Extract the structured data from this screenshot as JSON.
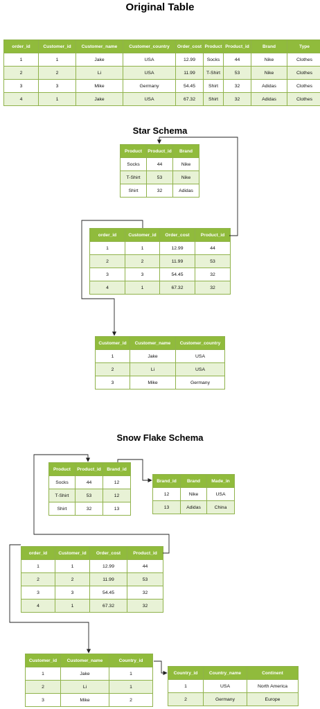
{
  "original": {
    "title": "Original Table",
    "headers": [
      "order_id",
      "Customer_id",
      "Customer_name",
      "Customer_country",
      "Order_cost",
      "Product",
      "Product_id",
      "Brand",
      "Type"
    ],
    "rows": [
      [
        "1",
        "1",
        "Jake",
        "USA",
        "12.99",
        "Socks",
        "44",
        "Nike",
        "Clothes"
      ],
      [
        "2",
        "2",
        "Li",
        "USA",
        "11.99",
        "T-Shirt",
        "53",
        "Nike",
        "Clothes"
      ],
      [
        "3",
        "3",
        "Mike",
        "Germany",
        "54.45",
        "Shirt",
        "32",
        "Adidas",
        "Clothes"
      ],
      [
        "4",
        "1",
        "Jake",
        "USA",
        "67.32",
        "Shirt",
        "32",
        "Adidas",
        "Clothes"
      ]
    ]
  },
  "star": {
    "title": "Star Schema",
    "product": {
      "headers": [
        "Product",
        "Product_id",
        "Brand"
      ],
      "rows": [
        [
          "Socks",
          "44",
          "Nike"
        ],
        [
          "T-Shirt",
          "53",
          "Nike"
        ],
        [
          "Shirt",
          "32",
          "Adidas"
        ]
      ]
    },
    "orders": {
      "headers": [
        "order_id",
        "Customer_id",
        "Order_cost",
        "Product_id"
      ],
      "rows": [
        [
          "1",
          "1",
          "12.99",
          "44"
        ],
        [
          "2",
          "2",
          "11.99",
          "53"
        ],
        [
          "3",
          "3",
          "54.45",
          "32"
        ],
        [
          "4",
          "1",
          "67.32",
          "32"
        ]
      ]
    },
    "customer": {
      "headers": [
        "Customer_id",
        "Customer_name",
        "Customer_country"
      ],
      "rows": [
        [
          "1",
          "Jake",
          "USA"
        ],
        [
          "2",
          "Li",
          "USA"
        ],
        [
          "3",
          "Mike",
          "Germany"
        ]
      ]
    }
  },
  "snow": {
    "title": "Snow Flake Schema",
    "product": {
      "headers": [
        "Product",
        "Product_id",
        "Brand_id"
      ],
      "rows": [
        [
          "Socks",
          "44",
          "12"
        ],
        [
          "T-Shirt",
          "53",
          "12"
        ],
        [
          "Shirt",
          "32",
          "13"
        ]
      ]
    },
    "brand": {
      "headers": [
        "Brand_id",
        "Brand",
        "Made_in"
      ],
      "rows": [
        [
          "12",
          "Nike",
          "USA"
        ],
        [
          "13",
          "Adidas",
          "China"
        ]
      ]
    },
    "orders": {
      "headers": [
        "order_id",
        "Customer_id",
        "Order_cost",
        "Product_id"
      ],
      "rows": [
        [
          "1",
          "1",
          "12.99",
          "44"
        ],
        [
          "2",
          "2",
          "11.99",
          "53"
        ],
        [
          "3",
          "3",
          "54.45",
          "32"
        ],
        [
          "4",
          "1",
          "67.32",
          "32"
        ]
      ]
    },
    "customer": {
      "headers": [
        "Customer_id",
        "Customer_name",
        "Country_id"
      ],
      "rows": [
        [
          "1",
          "Jake",
          "1"
        ],
        [
          "2",
          "Li",
          "1"
        ],
        [
          "3",
          "Mike",
          "2"
        ]
      ]
    },
    "country": {
      "headers": [
        "Country_id",
        "Country_name",
        "Continent"
      ],
      "rows": [
        [
          "1",
          "USA",
          "North America"
        ],
        [
          "2",
          "Germany",
          "Europe"
        ]
      ]
    }
  },
  "colors": {
    "header": "#90bb3c",
    "border": "#8fb24a",
    "alt_row": "#e8f2d6",
    "connector": "#222222"
  }
}
